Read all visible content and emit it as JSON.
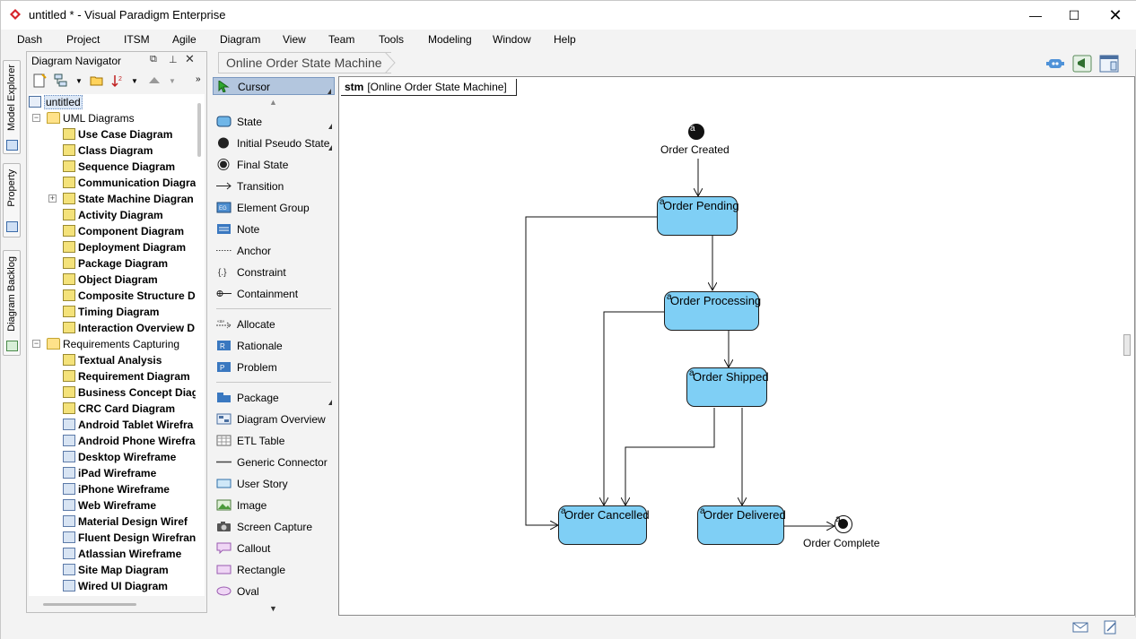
{
  "window": {
    "title": "untitled * - Visual Paradigm Enterprise"
  },
  "menu": [
    "Dash",
    "Project",
    "ITSM",
    "Agile",
    "Diagram",
    "View",
    "Team",
    "Tools",
    "Modeling",
    "Window",
    "Help"
  ],
  "side_tabs": [
    "Model Explorer",
    "Property",
    "Diagram Backlog"
  ],
  "navigator": {
    "title": "Diagram Navigator",
    "root": "untitled",
    "groups": [
      {
        "label": "UML Diagrams",
        "items": [
          "Use Case Diagram",
          "Class Diagram",
          "Sequence Diagram",
          "Communication Diagra",
          "State Machine Diagran",
          "Activity Diagram",
          "Component Diagram",
          "Deployment Diagram",
          "Package Diagram",
          "Object Diagram",
          "Composite Structure D",
          "Timing Diagram",
          "Interaction Overview D"
        ]
      },
      {
        "label": "Requirements Capturing",
        "items": [
          "Textual Analysis",
          "Requirement Diagram",
          "Business Concept Diag",
          "CRC Card Diagram",
          "Android Tablet Wirefra",
          "Android Phone Wirefra",
          "Desktop Wireframe",
          "iPad Wireframe",
          "iPhone Wireframe",
          "Web Wireframe",
          "Material Design Wiref",
          "Fluent Design Wirefran",
          "Atlassian Wireframe",
          "Site Map Diagram",
          "Wired UI Diagram"
        ]
      }
    ]
  },
  "breadcrumb": "Online Order State Machine",
  "palette": {
    "cursor": "Cursor",
    "group1": [
      "State",
      "Initial Pseudo State",
      "Final State",
      "Transition",
      "Element Group",
      "Note",
      "Anchor",
      "Constraint",
      "Containment"
    ],
    "group2": [
      "Allocate",
      "Rationale",
      "Problem"
    ],
    "group3": [
      "Package",
      "Diagram Overview",
      "ETL Table",
      "Generic Connector",
      "User Story",
      "Image",
      "Screen Capture",
      "Callout",
      "Rectangle",
      "Oval"
    ]
  },
  "diagram": {
    "frame_kind": "stm",
    "frame_name": "[Online Order State Machine]",
    "initial_label": "Order Created",
    "final_label": "Order Complete",
    "marker": "a",
    "states": [
      "Order Pending",
      "Order Processing",
      "Order Shipped",
      "Order Cancelled",
      "Order Delivered"
    ]
  }
}
